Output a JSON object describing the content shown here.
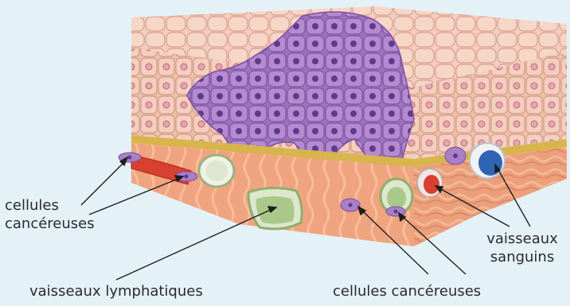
{
  "labels": {
    "cancer_cells_left_line1": "cellules",
    "cancer_cells_left_line2": "cancéreuses",
    "lymphatic_vessels": "vaisseaux lymphatiques",
    "cancer_cells_bottom": "cellules cancéreuses",
    "blood_vessels_line1": "vaisseaux",
    "blood_vessels_line2": "sanguins"
  },
  "colors": {
    "background": "#e4f2f8",
    "normal_cell": "#f3cdbd",
    "normal_cell_border": "#d9a394",
    "cancer_cell": "#a97fc6",
    "cancer_cell_nucleus": "#5e3b8c",
    "basement_membrane": "#d8b54a",
    "connective_tissue": "#ec9b74",
    "lymph_vessel": "#a9c98a",
    "blood_vessel_red": "#d9402f",
    "blood_vessel_blue": "#2f64b4"
  }
}
